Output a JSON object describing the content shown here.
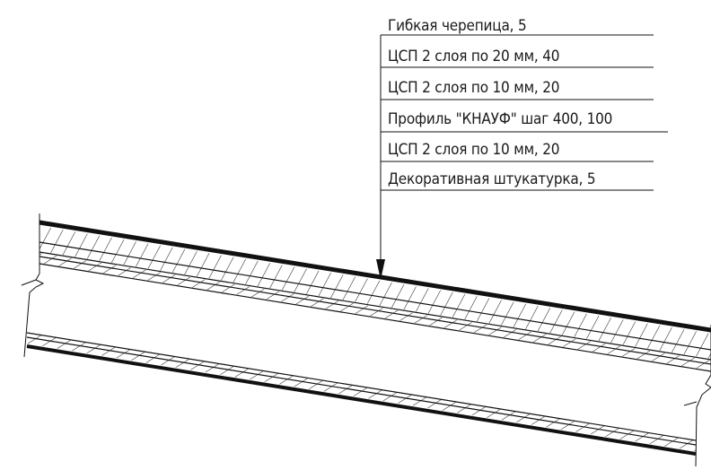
{
  "callout": {
    "layers": [
      "Гибкая черепица, 5",
      "ЦСП 2 слоя по 20 мм, 40",
      "ЦСП 2 слоя по 10 мм, 20",
      "Профиль \"КНАУФ\" шаг 400, 100",
      "ЦСП 2 слоя по 10 мм, 20",
      "Декоративная штукатурка, 5"
    ]
  },
  "colors": {
    "line": "#111111",
    "background": "#ffffff"
  }
}
